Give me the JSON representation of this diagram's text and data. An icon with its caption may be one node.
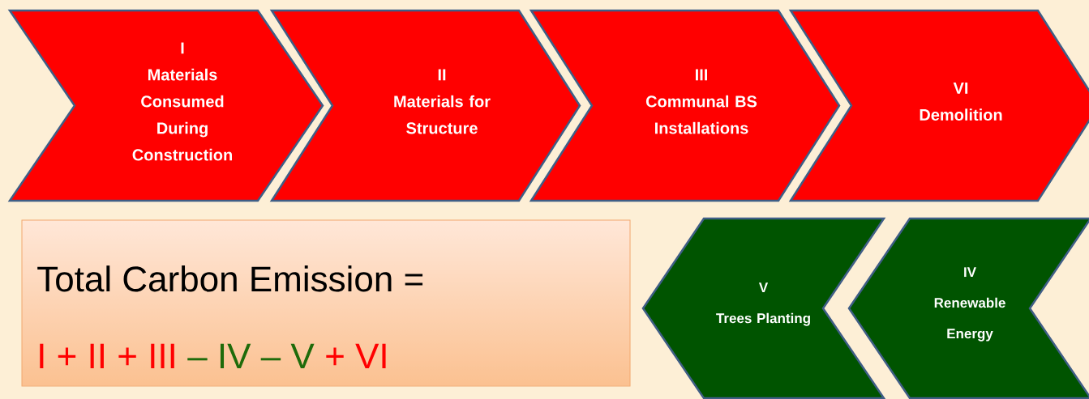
{
  "diagram": {
    "nodes": [
      {
        "text": [
          "I",
          "Materials Consumed During Construction"
        ]
      },
      {
        "text": [
          "II",
          "Materials for Structure"
        ]
      },
      {
        "text": [
          "III",
          "Communal BS Installations"
        ]
      },
      {
        "text": [
          "VI",
          "Demolition"
        ]
      },
      {
        "text": [
          "Total Carbon Emission =",
          "I + II + III",
          "– IV – V",
          "+ VI"
        ]
      },
      {
        "text": [
          "V",
          "Trees Planting"
        ]
      },
      {
        "text": [
          "IV",
          "Renewable Energy"
        ]
      }
    ]
  }
}
